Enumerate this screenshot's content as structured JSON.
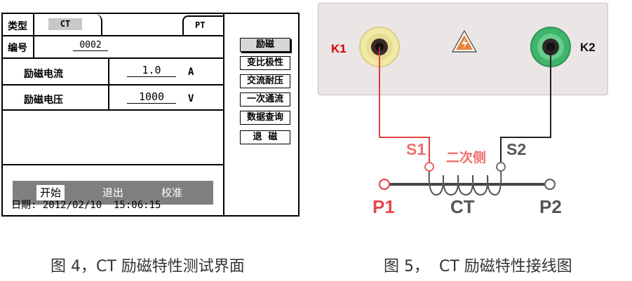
{
  "fig4": {
    "type_label": "类型",
    "type_ct": "CT",
    "type_pt": "PT",
    "id_label": "编号",
    "id_value": "0002",
    "current_label": "励磁电流",
    "current_value": "1.0",
    "current_unit": "A",
    "voltage_label": "励磁电压",
    "voltage_value": "1000",
    "voltage_unit": "V",
    "menu": [
      "励磁",
      "变比极性",
      "交流耐压",
      "一次通流",
      "数据查询",
      "退  磁"
    ],
    "actions": {
      "start": "开始",
      "exit": "退出",
      "calibrate": "校准"
    },
    "date_line": "日期: 2012/02/10  15:06:15"
  },
  "fig5": {
    "k1": "K1",
    "k2": "K2",
    "s1": "S1",
    "s2": "S2",
    "secondary": "二次侧",
    "p1": "P1",
    "p2": "P2",
    "ct": "CT",
    "colors": {
      "k1_ring": "#f1e9a6",
      "k2_ring": "#3fb46a",
      "red_wire": "#e12a2a",
      "black_wire": "#222222",
      "label_red": "#ee6f6f",
      "pin_red": "#e44949"
    }
  },
  "captions": {
    "fig4": "图 4，CT 励磁特性测试界面",
    "fig5": "图 5，  CT 励磁特性接线图"
  }
}
